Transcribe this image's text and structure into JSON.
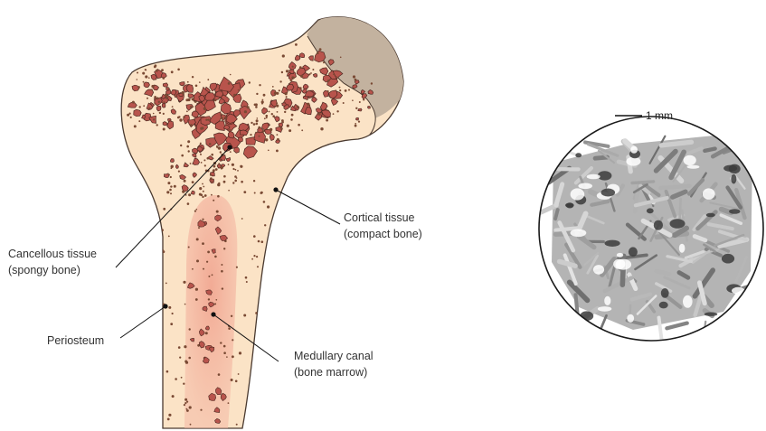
{
  "labels": {
    "cortical_line1": "Cortical tissue",
    "cortical_line2": "(compact bone)",
    "cancellous_line1": "Cancellous tissue",
    "cancellous_line2": "(spongy bone)",
    "periosteum": "Periosteum",
    "medullary_line1": "Medullary canal",
    "medullary_line2": "(bone marrow)"
  },
  "scale_bar": {
    "label": "1 mm"
  },
  "colors": {
    "bone_fill": "#fbe3c6",
    "bone_outline": "#4a3a30",
    "head_cap": "#c3b29f",
    "trabecula": "#b8544c",
    "trabecula_outline": "#4e2a22",
    "marrow": "#ef9f8c",
    "micro_ct_bg": "#ffffff",
    "micro_ct_strut": "#8d8d8d"
  }
}
